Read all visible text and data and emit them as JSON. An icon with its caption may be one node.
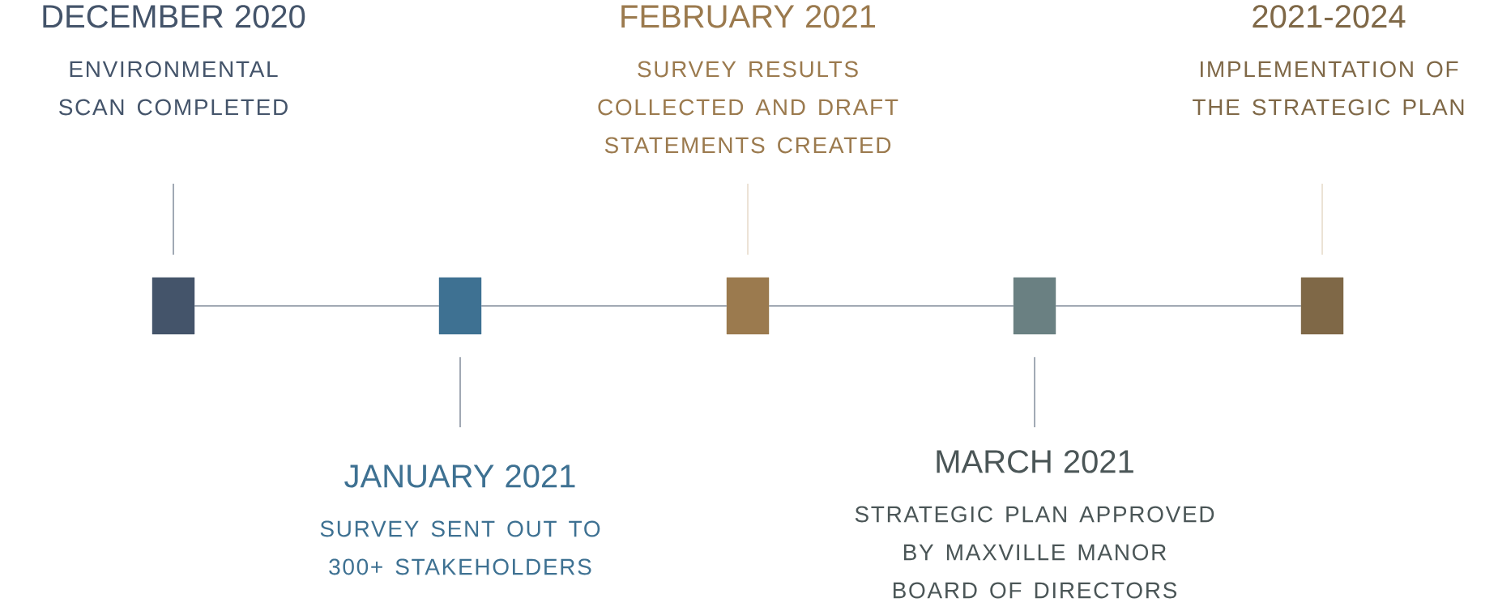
{
  "diagram": {
    "nodes": [
      {
        "text": [
          "DECEMBER 2020",
          "ENVIRONMENTAL SCAN COMPLETED"
        ]
      },
      {
        "text": [
          "FEBRUARY 2021",
          "SURVEY RESULTS COLLECTED AND DRAFT STATEMENTS CREATED"
        ]
      },
      {
        "text": [
          "2021-2024",
          "IMPLEMENTATION OF THE STRATEGIC PLAN"
        ]
      },
      {
        "text": [],
        "shape": "box"
      },
      {
        "text": [],
        "shape": "box"
      },
      {
        "text": [],
        "shape": "box"
      },
      {
        "text": [],
        "shape": "box"
      },
      {
        "text": [],
        "shape": "box"
      },
      {
        "text": [
          "JANUARY 2021",
          "SURVEY SENT OUT TO 300+ STAKEHOLDERS"
        ]
      },
      {
        "text": [
          "MARCH 2021",
          "STRATEGIC PLAN APPROVED BY MAXVILLE MANOR BOARD OF DIRECTORS"
        ]
      }
    ],
    "edges": [
      {
        "from": 3,
        "to": 4,
        "arrow": "none"
      },
      {
        "from": 4,
        "to": 5,
        "arrow": "none"
      },
      {
        "from": 5,
        "to": 6,
        "arrow": "none"
      },
      {
        "from": 6,
        "to": 7,
        "arrow": "none"
      },
      {
        "from": 0,
        "to": 3,
        "arrow": "none"
      },
      {
        "from": 1,
        "to": 5,
        "arrow": "none",
        "color": "#d9c7ad"
      },
      {
        "from": 2,
        "to": 7,
        "arrow": "none",
        "color": "#d9c7ad"
      },
      {
        "from": 8,
        "to": 4,
        "arrow": "none"
      },
      {
        "from": 9,
        "to": 6,
        "arrow": "none"
      }
    ]
  }
}
